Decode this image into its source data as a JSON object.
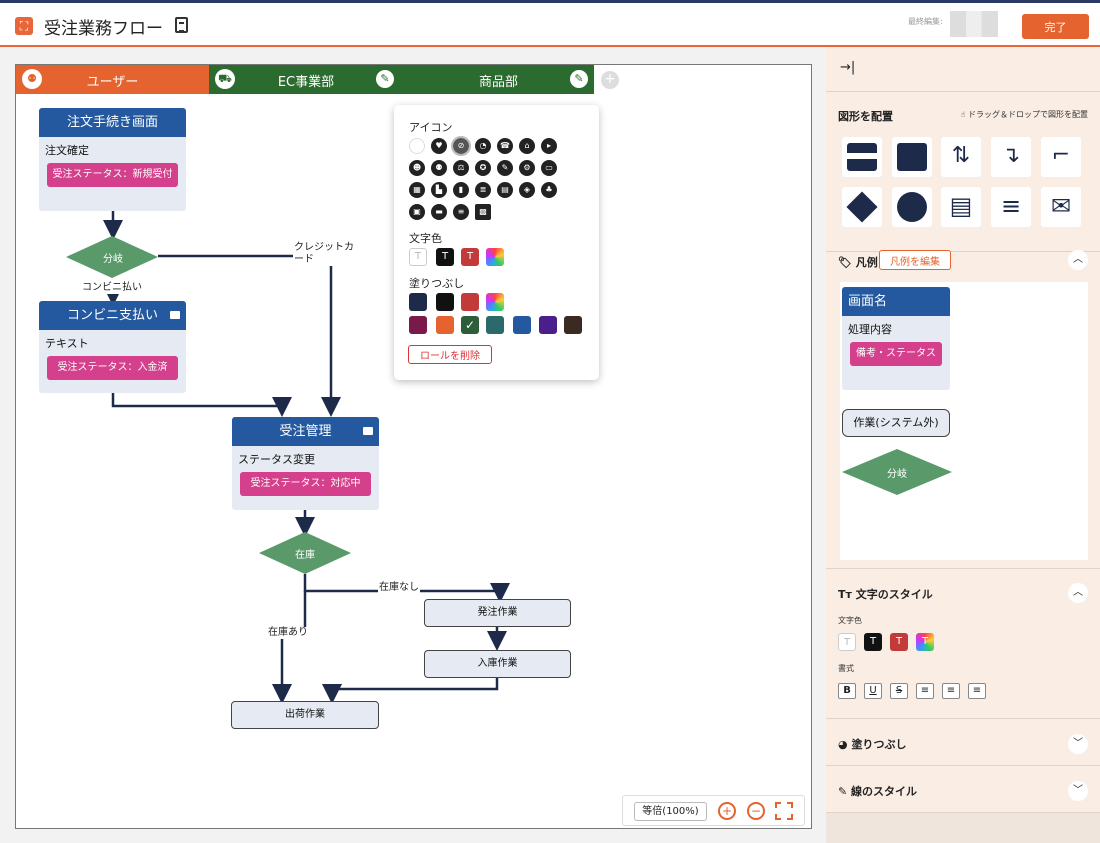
{
  "header": {
    "title": "受注業務フロー",
    "last_edit_label": "最終編集:",
    "done_label": "完了"
  },
  "lanes": [
    {
      "label": "ユーザー",
      "color": "#e4632f"
    },
    {
      "label": "EC事業部",
      "color": "#2c6b2f"
    },
    {
      "label": "商品部",
      "color": "#2c6b2f"
    }
  ],
  "nodes": {
    "order_screen": {
      "title": "注文手続き画面",
      "sub": "注文確定",
      "status": "受注ステータス：新規受付"
    },
    "branch1": {
      "label": "分岐"
    },
    "conv_pay": {
      "title": "コンビニ支払い",
      "sub": "テキスト",
      "status": "受注ステータス：入金済"
    },
    "order_mgmt": {
      "title": "受注管理",
      "sub": "ステータス変更",
      "status": "受注ステータス：対応中"
    },
    "stock": {
      "label": "在庫"
    },
    "purchase": {
      "label": "発注作業"
    },
    "receive": {
      "label": "入庫作業"
    },
    "ship": {
      "label": "出荷作業"
    }
  },
  "edges": {
    "credit": "クレジットカード",
    "conv": "コンビニ払い",
    "no_stock": "在庫なし",
    "in_stock": "在庫あり"
  },
  "popup": {
    "icon_title": "アイコン",
    "text_color_title": "文字色",
    "fill_title": "塗りつぶし",
    "delete_role": "ロールを削除",
    "text_swatch_letter": "T",
    "fill_colors": [
      "#1e2a4a",
      "#111111",
      "#c33a3a",
      "#7a1a4a",
      "#e4632f",
      "#2c5e3a",
      "#2a6a6a",
      "#2459a0",
      "#4a1f8a",
      "#3a2a22"
    ]
  },
  "zoom": {
    "label": "等倍(100%)"
  },
  "sidebar": {
    "place_title": "図形を配置",
    "drag_hint": "ドラッグ＆ドロップで図形を配置",
    "legend_title": "凡例",
    "legend_edit": "凡例を編集",
    "legend": {
      "screen_name": "画面名",
      "process": "処理内容",
      "note_status": "備考・ステータス",
      "external_task": "作業(システム外)",
      "branch": "分岐"
    },
    "text_style_title": "文字のスタイル",
    "text_color_label": "文字色",
    "format_label": "書式",
    "format_buttons": [
      "B",
      "U",
      "S"
    ],
    "fill_title": "塗りつぶし",
    "line_style_title": "線のスタイル"
  }
}
